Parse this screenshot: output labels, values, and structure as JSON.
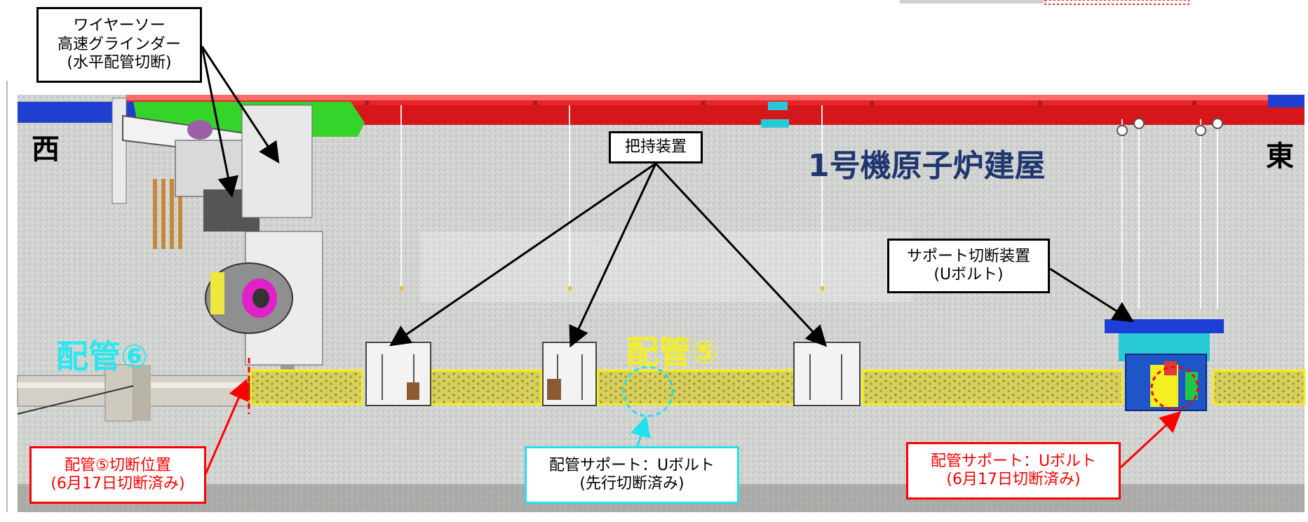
{
  "labels": {
    "west": "西",
    "east": "東",
    "building": "1号機原子炉建屋",
    "pipe6": "配管⑥",
    "pipe5": "配管⑤"
  },
  "callouts": {
    "wire_saw": [
      "ワイヤーソー",
      "高速グラインダー",
      "(水平配管切断)"
    ],
    "gripper": [
      "把持装置"
    ],
    "support_cutter": [
      "サポート切断装置",
      "(Uボルト)"
    ],
    "cut_position": [
      "配管⑤切断位置",
      "(6月17日切断済み)"
    ],
    "support_precut": [
      "配管サポート：Uボルト",
      "(先行切断済み)"
    ],
    "support_cut": [
      "配管サポート：Uボルト",
      "(6月17日切断済み)"
    ]
  },
  "colors": {
    "ceiling_beam": "#e8262a",
    "yellow_pipe_box": "#f5ee20",
    "cyan_accent": "#22e0ee",
    "red_accent": "#ff0000",
    "title_navy": "#1f3770"
  }
}
